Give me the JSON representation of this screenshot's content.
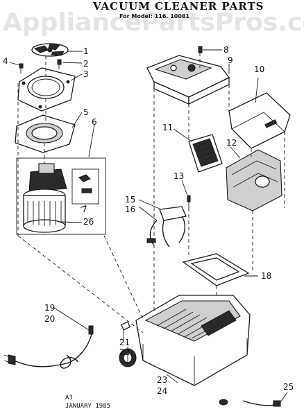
{
  "title": "VACUUM CLEANER PARTS",
  "subtitle": "For Model: 116.  10081",
  "watermark": "AppliancePartsPros.com",
  "date_lines": [
    "A3",
    "JANUARY 1985"
  ],
  "callouts": [
    "1",
    "2",
    "3",
    "4",
    "5",
    "6",
    "7",
    "26",
    "8",
    "9",
    "10",
    "11",
    "12",
    "13",
    "15",
    "16",
    "18",
    "19",
    "20",
    "21",
    "22",
    "23",
    "24",
    "25"
  ]
}
